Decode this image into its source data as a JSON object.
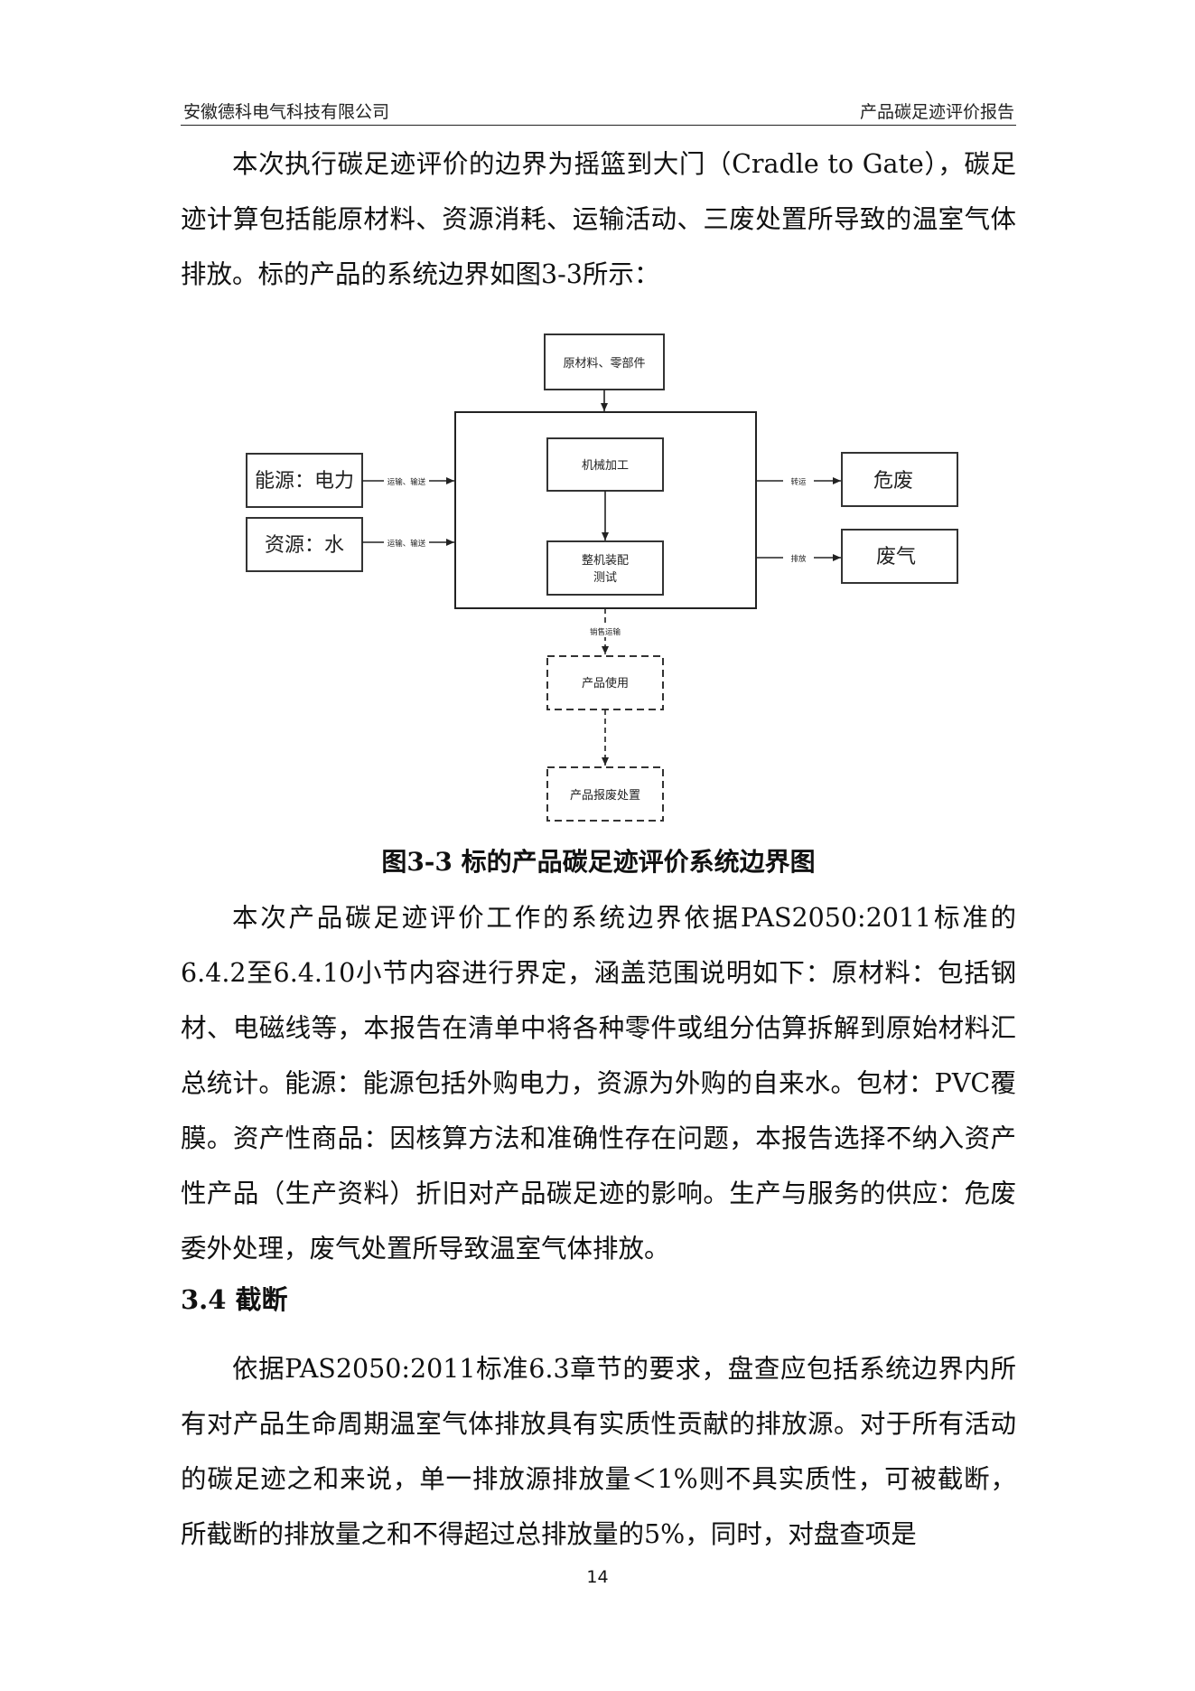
{
  "header": {
    "company": "安徽德科电气科技有限公司",
    "report_title": "产品碳足迹评价报告"
  },
  "paragraphs_top": [
    "本次执行碳足迹评价的边界为摇篮到大门（Cradle to Gate），碳足迹计算包括能原材料、资源消耗、运输活动、三废处置所导致的温室气体排放。标的产品的系统边界如图3-3所示："
  ],
  "diagram": {
    "raw_materials": "原材料、零部件",
    "machining": "机械加工",
    "assembly_line1": "整机装配",
    "assembly_line2": "测试",
    "energy": "能源：电力",
    "resource": "资源：水",
    "energy_arrow_label": "运输、输送",
    "resource_arrow_label": "运输、输送",
    "hazardous_waste": "危废",
    "waste_gas": "废气",
    "hazard_arrow_label": "转运",
    "gas_arrow_label": "排放",
    "sales_transport": "销售运输",
    "product_use": "产品使用",
    "product_disposal": "产品报废处置"
  },
  "figure_caption": "图3-3  标的产品碳足迹评价系统边界图",
  "paragraphs_middle": [
    "本次产品碳足迹评价工作的系统边界依据PAS2050:2011标准的6.4.2至6.4.10小节内容进行界定，涵盖范围说明如下：原材料：包括钢材、电磁线等，本报告在清单中将各种零件或组分估算拆解到原始材料汇总统计。能源：能源包括外购电力，资源为外购的自来水。包材：PVC覆膜。资产性商品：因核算方法和准确性存在问题，本报告选择不纳入资产性产品（生产资料）折旧对产品碳足迹的影响。生产与服务的供应：危废委外处理，废气处置所导致温室气体排放。"
  ],
  "section_heading": "3.4  截断",
  "paragraphs_bottom": [
    "依据PAS2050:2011标准6.3章节的要求，盘查应包括系统边界内所有对产品生命周期温室气体排放具有实质性贡献的排放源。对于所有活动的碳足迹之和来说，单一排放源排放量＜1%则不具实质性，可被截断，所截断的排放量之和不得超过总排放量的5%，同时，对盘查项是"
  ],
  "page_number": "14"
}
